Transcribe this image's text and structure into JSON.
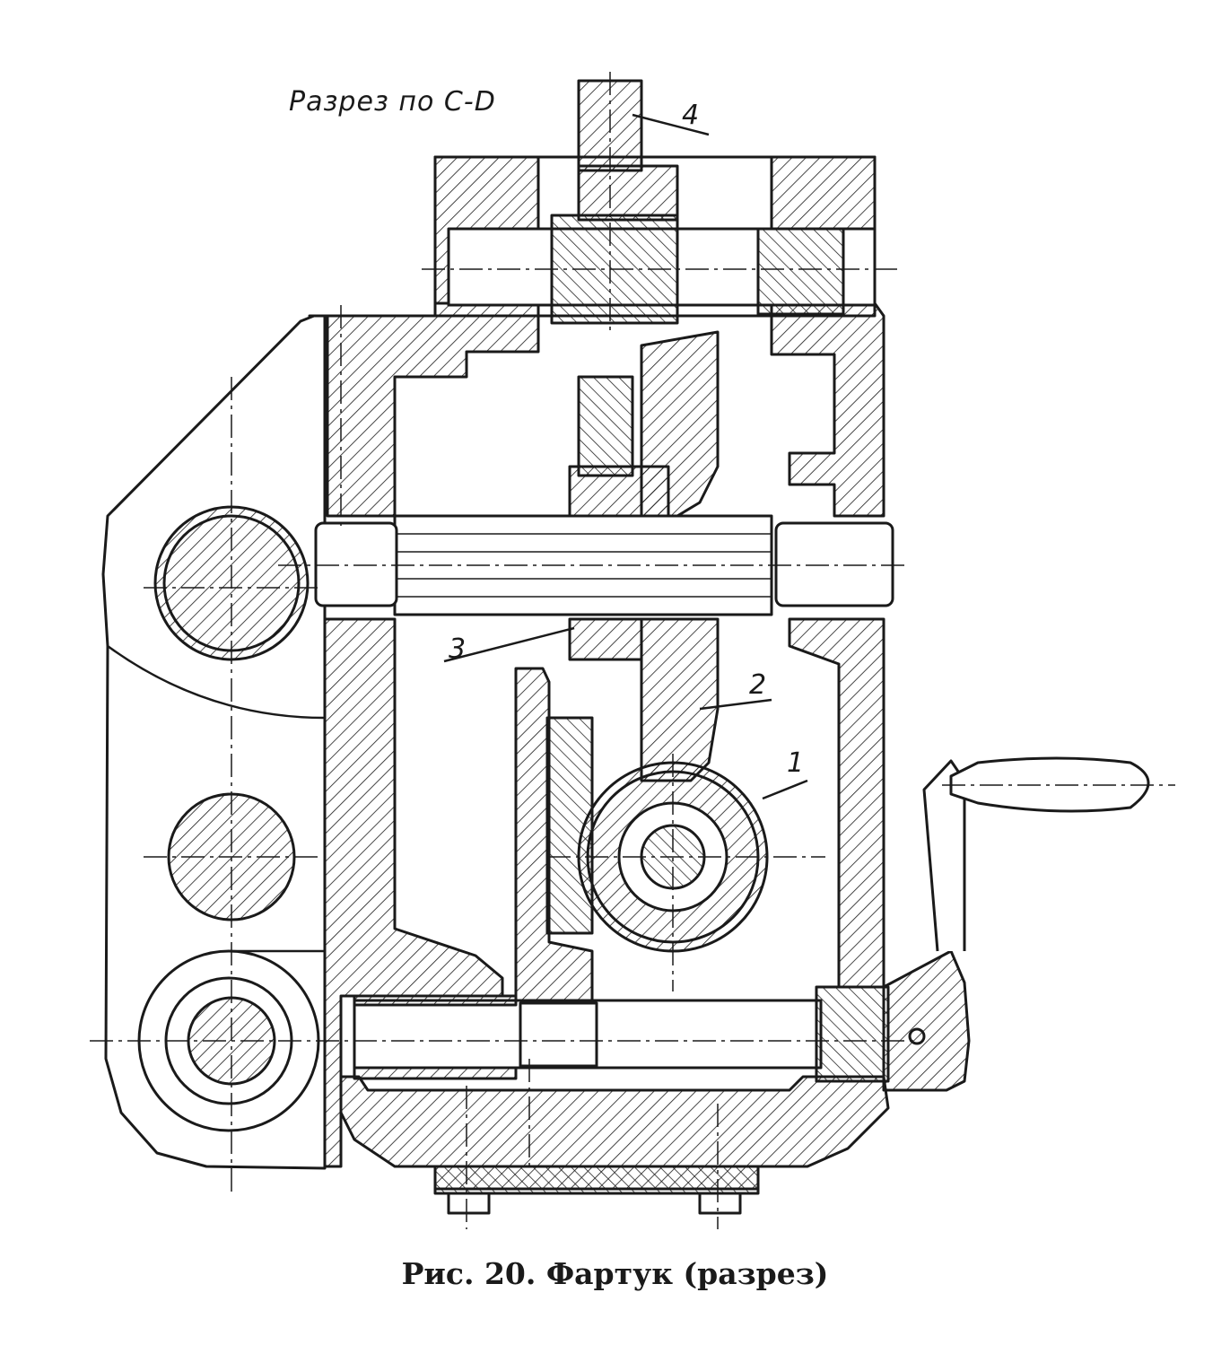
{
  "section_title": "Разрез по C-D",
  "caption": "Рис. 20. Фартук (разрез)",
  "callouts": {
    "c1": "1",
    "c2": "2",
    "c3": "3",
    "c4": "4"
  },
  "colors": {
    "ink": "#1a1a1a",
    "paper": "#ffffff"
  }
}
